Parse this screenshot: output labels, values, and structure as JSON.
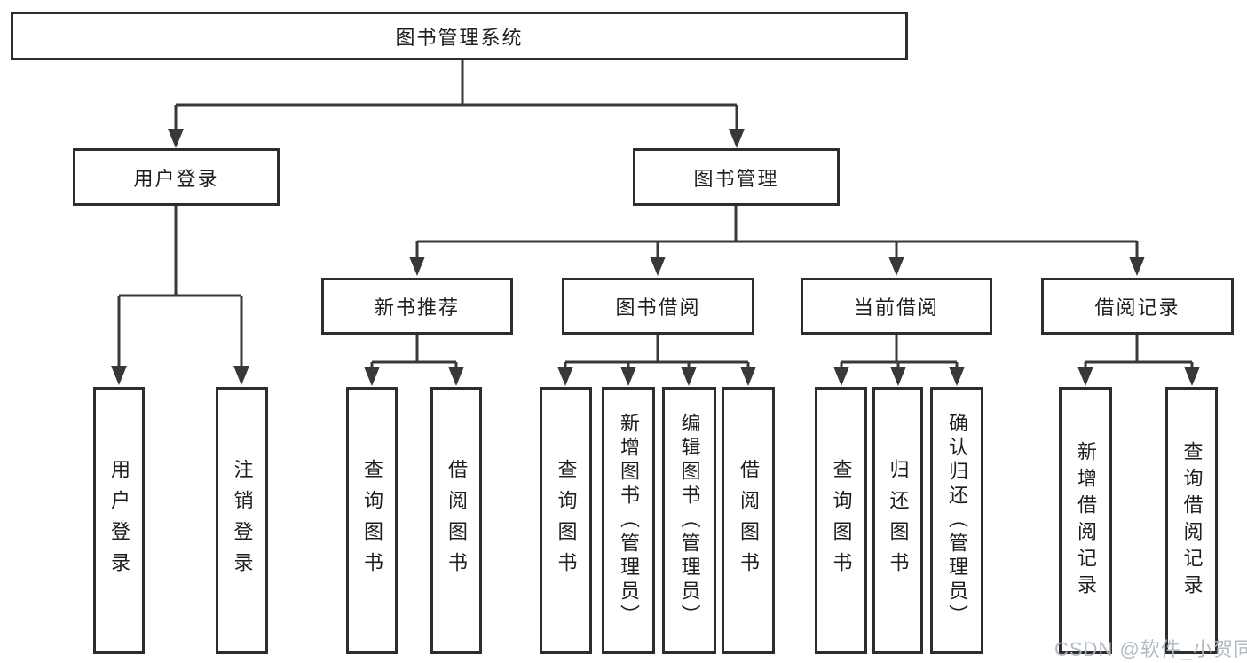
{
  "tree": {
    "label": "图书管理系统",
    "children": [
      {
        "label": "用户登录",
        "children": [
          {
            "label": "用户登录"
          },
          {
            "label": "注销登录"
          }
        ]
      },
      {
        "label": "图书管理",
        "children": [
          {
            "label": "新书推荐",
            "children": [
              {
                "label": "查询图书"
              },
              {
                "label": "借阅图书"
              }
            ]
          },
          {
            "label": "图书借阅",
            "children": [
              {
                "label": "查询图书"
              },
              {
                "label": "新增图书（管理员）"
              },
              {
                "label": "编辑图书（管理员）"
              },
              {
                "label": "借阅图书"
              }
            ]
          },
          {
            "label": "当前借阅",
            "children": [
              {
                "label": "查询图书"
              },
              {
                "label": "归还图书"
              },
              {
                "label": "确认归还（管理员）"
              }
            ]
          },
          {
            "label": "借阅记录",
            "children": [
              {
                "label": "新增借阅记录"
              },
              {
                "label": "查询借阅记录"
              }
            ]
          }
        ]
      }
    ]
  },
  "watermark": {
    "text": "CSDN @软件_小贺同学"
  },
  "colors": {
    "line": "#383838",
    "box_border": "#2d2d2d",
    "box_fill": "#ffffff",
    "text": "#1e1e1e",
    "watermark": "#afb7c0"
  }
}
